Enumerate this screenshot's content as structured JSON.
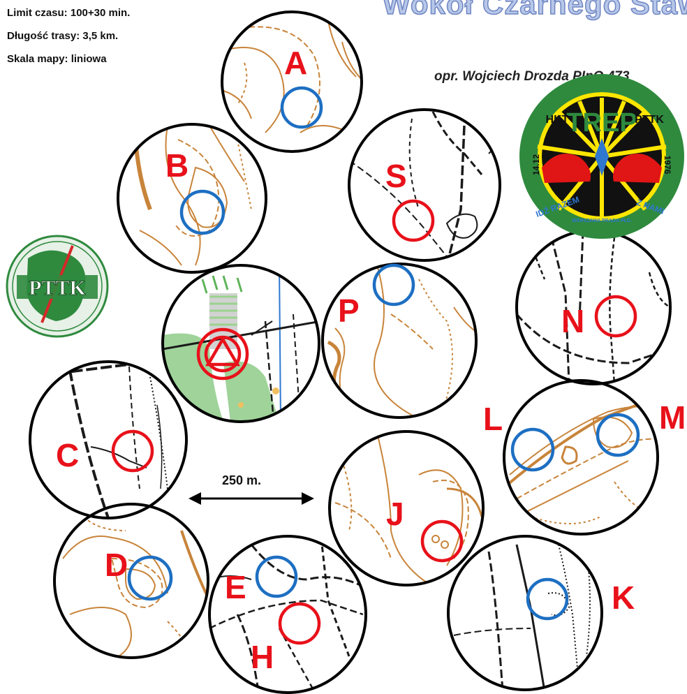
{
  "info": {
    "limit": "Limit czasu: 100+30 min.",
    "length": "Długość trasy: 3,5 km.",
    "scale": "Skala mapy: liniowa"
  },
  "title": "Wokół Czarnego Stawu",
  "author": "opr. Wojciech Drozda PInO 473",
  "scale_label": "250 m.",
  "logos": {
    "pttk": "PTTK",
    "trep_top_left": "HKT",
    "trep_main": "TREP",
    "trep_top_right": "PTTK",
    "trep_date_left": "14.12",
    "trep_date_right": "1976",
    "trep_bottom_left": "IDŹ RAZEM",
    "trep_bottom_mid": "WARSZAWA PRAGA PŁD.",
    "trep_bottom_right": "Z NAMI"
  },
  "controls": [
    {
      "letter": "A",
      "marker": "blue"
    },
    {
      "letter": "B",
      "marker": "blue"
    },
    {
      "letter": "S",
      "marker": "red"
    },
    {
      "letter": "P",
      "marker": "blue"
    },
    {
      "letter": "N",
      "marker": "red"
    },
    {
      "letter": "C",
      "marker": "red"
    },
    {
      "letter": "L",
      "marker": "blue"
    },
    {
      "letter": "M",
      "marker": "blue"
    },
    {
      "letter": "J",
      "marker": "red"
    },
    {
      "letter": "D",
      "marker": "blue"
    },
    {
      "letter": "E",
      "marker": "blue"
    },
    {
      "letter": "H",
      "marker": "red"
    },
    {
      "letter": "K",
      "marker": "blue"
    }
  ],
  "colors": {
    "contour": "#c8843a",
    "track": "#1a1a1a",
    "red": "#e8111a",
    "blue": "#1d6fc2",
    "start_green": "#9fd39a"
  }
}
